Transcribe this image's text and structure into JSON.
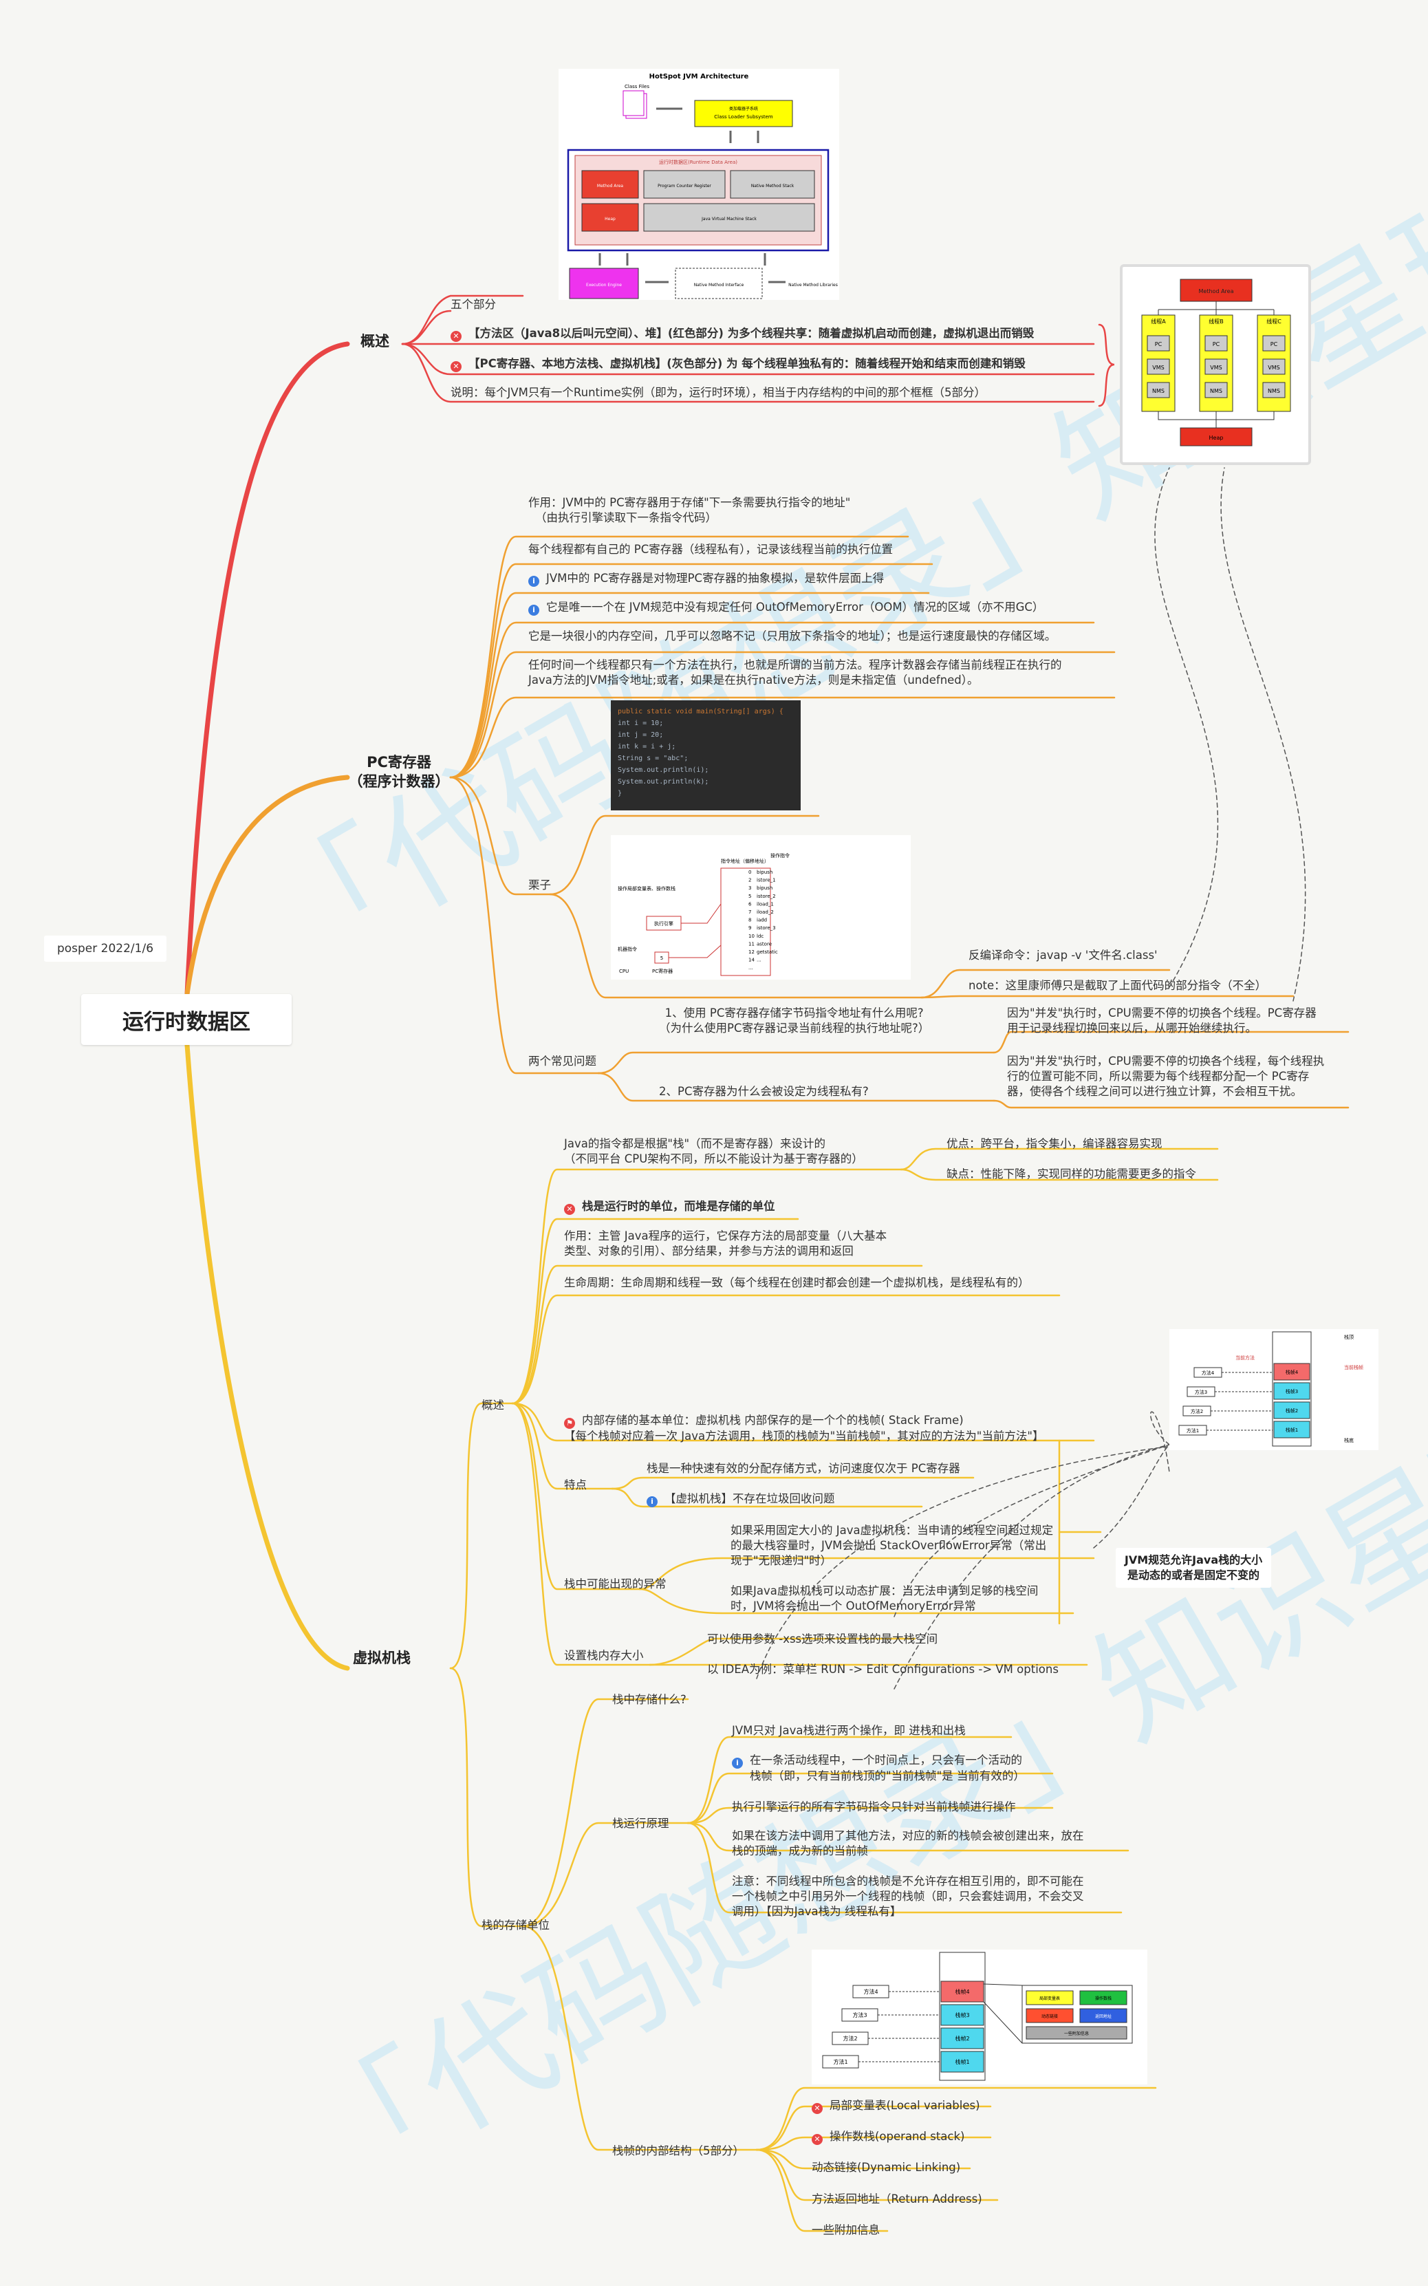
{
  "root": {
    "title": "运行时数据区",
    "author": "posper 2022/1/6"
  },
  "colors": {
    "overview": "#e84545",
    "pc": "#f0a030",
    "stack": "#f4c430",
    "root_line": "#e8a040"
  },
  "overview": {
    "title": "概述",
    "five_parts": "五个部分",
    "item1": "【方法区（Java8以后叫元空间）、堆】(红色部分) 为多个线程共享：随着虚拟机启动而创建，虚拟机退出而销毁",
    "item2": "【PC寄存器、本地方法栈、虚拟机栈】(灰色部分) 为 每个线程单独私有的：随着线程开始和结束而创建和销毁",
    "item3": "说明：每个JVM只有一个Runtime实例（即为，运行时环境），相当于内存结构的中间的那个框框（5部分）",
    "arch": {
      "title": "HotSpot JVM Architecture",
      "class_files": "Class Files",
      "loader": "Class Loader Subsystem",
      "loader_cn": "类加载器子系统",
      "runtime": "运行时数据区(Runtime Data Area)",
      "method_area": "Method Area",
      "pc_reg": "Program Counter Register",
      "native_stack": "Native Method Stack",
      "heap": "Heap",
      "jvm_stack": "Java Virtual Machine Stack",
      "engine": "Execution Engine",
      "native_if": "Native Method Interface",
      "native_lib": "Native Method Libraries"
    },
    "threads": {
      "method": "Method Area",
      "thread_a": "线程A",
      "thread_b": "线程B",
      "thread_c": "线程C",
      "pc": "PC",
      "vms": "VMS",
      "nms": "NMS",
      "heap": "Heap"
    }
  },
  "pc": {
    "title": "PC寄存器",
    "subtitle": "（程序计数器）",
    "role1": "作用：JVM中的 PC寄存器用于存储\"下一条需要执行指令的地址\"",
    "role2": "（由执行引擎读取下一条指令代码）",
    "p1": "每个线程都有自己的 PC寄存器（线程私有），记录该线程当前的执行位置",
    "p2": "JVM中的 PC寄存器是对物理PC寄存器的抽象模拟，是软件层面上得",
    "p3": "它是唯一一个在 JVM规范中没有规定任何 OutOfMemoryError（OOM）情况的区域（亦不用GC）",
    "p4": "它是一块很小的内存空间，几乎可以忽略不记（只用放下条指令的地址）；也是运行速度最快的存储区域。",
    "p5a": "任何时间一个线程都只有一个方法在执行，也就是所谓的当前方法。程序计数器会存储当前线程正在执行的",
    "p5b": "Java方法的JVM指令地址;或者，如果是在执行native方法，则是未指定值（undefned）。",
    "example": "栗子",
    "code": [
      "public static void main(String[] args) {",
      "    int i = 10;",
      "    int j = 20;",
      "    int k = i + j;",
      "",
      "    String s = \"abc\";",
      "    System.out.println(i);",
      "    System.out.println(k);",
      "}"
    ],
    "bytecode": {
      "addr_label": "指令地址（偏移地址）",
      "instr_label": "操作指令",
      "pc_label": "PC寄存器",
      "engine_label": "执行引擎",
      "machine_label": "机器指令",
      "cpu": "CPU",
      "stack_label": "操作局部变量表、操作数栈",
      "five": "5",
      "addrs": [
        "0",
        "2",
        "3",
        "5",
        "6",
        "7",
        "8",
        "9",
        "10",
        "11",
        "12",
        "14",
        "..."
      ],
      "ops": [
        "bipush",
        "istore_1",
        "bipush",
        "istore_2",
        "iload_1",
        "iload_2",
        "iadd",
        "istore_3",
        "ldc",
        "astore",
        "getstatic",
        "..."
      ]
    },
    "javap": "反编译命令：javap -v '文件名.class'",
    "javap_note": "note：这里康师傅只是截取了上面代码的部分指令（不全）",
    "faq": "两个常见问题",
    "q1a": "1、使用 PC寄存器存储字节码指令地址有什么用呢?",
    "q1b": "（为什么使用PC寄存器记录当前线程的执行地址呢?）",
    "a1a": "因为\"并发\"执行时，CPU需要不停的切换各个线程。PC寄存器",
    "a1b": "用于记录线程切换回来以后，从哪开始继续执行。",
    "q2": "2、PC寄存器为什么会被设定为线程私有?",
    "a2a": "因为\"并发\"执行时，CPU需要不停的切换各个线程，每个线程执",
    "a2b": "行的位置可能不同，所以需要为每个线程都分配一个 PC寄存",
    "a2c": "器，使得各个线程之间可以进行独立计算，不会相互干扰。"
  },
  "stack": {
    "title": "虚拟机栈",
    "overview": "概述",
    "c1a": "Java的指令都是根据\"栈\"（而不是寄存器）来设计的",
    "c1b": "（不同平台 CPU架构不同，所以不能设计为基于寄存器的）",
    "pro": "优点：跨平台，指令集小，编译器容易实现",
    "con": "缺点：性能下降，实现同样的功能需要更多的指令",
    "c2": "栈是运行时的单位，而堆是存储的单位",
    "c3a": "作用：主管 Java程序的运行，它保存方法的局部变量（八大基本",
    "c3b": "类型、对象的引用）、部分结果，并参与方法的调用和返回",
    "c4": "生命周期：生命周期和线程一致（每个线程在创建时都会创建一个虚拟机栈，是线程私有的）",
    "c5a": "内部存储的基本单位：虚拟机栈 内部保存的是一个个的栈帧( Stack Frame)",
    "c5b": "【每个栈帧对应着一次 Java方法调用，栈顶的栈帧为\"当前栈帧\"，其对应的方法为\"当前方法\"】",
    "feat": "特点",
    "f1": "栈是一种快速有效的分配存储方式，访问速度仅次于 PC寄存器",
    "f2": "【虚拟机栈】不存在垃圾回收问题",
    "exc": "栈中可能出现的异常",
    "e1a": "如果采用固定大小的 Java虚拟机栈：当申请的线程空间超过规定",
    "e1b": "的最大栈容量时，JVM会抛出 StackOverflowError异常（常出",
    "e1c": "现于\"无限递归\"时）",
    "e2a": "如果Java虚拟机栈可以动态扩展：当无法申请到足够的栈空间",
    "e2b": "时，JVM将会抛出一个 OutOfMemoryError异常",
    "jvm_note_a": "JVM规范允许Java栈的大小",
    "jvm_note_b": "是动态的或者是固定不变的",
    "size": "设置栈内存大小",
    "s1": "可以使用参数 -xss选项来设置栈的最大栈空间",
    "s2": "以 IDEA为例：菜单栏 RUN -> Edit Configurations -> VM options",
    "unit": "栈的存储单位",
    "what": "栈中存储什么?",
    "principle": "栈运行原理",
    "r1": "JVM只对 Java栈进行两个操作，即 进栈和出栈",
    "r2a": "在一条活动线程中，一个时间点上，只会有一个活动的",
    "r2b": "栈帧（即，只有当前栈顶的\"当前栈帧\"是 当前有效的）",
    "r3": "执行引擎运行的所有字节码指令只针对当前栈帧进行操作",
    "r4a": "如果在该方法中调用了其他方法，对应的新的栈帧会被创建出来，放在",
    "r4b": "栈的顶端，成为新的当前帧",
    "r5a": "注意：不同线程中所包含的栈帧是不允许存在相互引用的，即不可能在",
    "r5b": "一个栈帧之中引用另外一个线程的栈帧（即，只会套娃调用，不会交叉",
    "r5c": "调用）【因为Java栈为 线程私有】",
    "frame": "栈帧的内部结构（5部分）",
    "fr1": "局部变量表(Local variables)",
    "fr2": "操作数栈(operand stack)",
    "fr3": "动态链接(Dynamic Linking)",
    "fr4": "方法返回地址（Return Address)",
    "fr5": "一些附加信息",
    "diag1": {
      "m1": "方法1",
      "m2": "方法2",
      "m3": "方法3",
      "m4": "方法4",
      "f1": "栈帧1",
      "f2": "栈帧2",
      "f3": "栈帧3",
      "f4": "栈帧4",
      "top": "栈顶",
      "bottom": "栈底",
      "cur": "当前方法",
      "curf": "当前栈帧"
    },
    "diag2": {
      "lv": "局部变量表",
      "os": "操作数栈",
      "dl": "动态链接",
      "ra": "返回地址",
      "ex": "一些附加信息",
      "m1": "方法1",
      "m2": "方法2",
      "m3": "方法3",
      "m4": "方法4",
      "f1": "栈帧1",
      "f2": "栈帧2",
      "f3": "栈帧3",
      "f4": "栈帧4"
    }
  }
}
